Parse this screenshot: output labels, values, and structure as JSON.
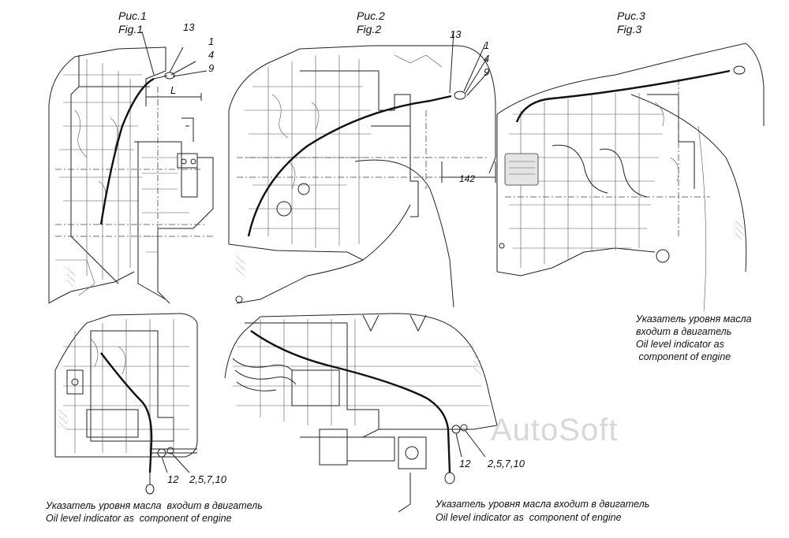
{
  "figures": [
    {
      "title_ru": "Рис.1",
      "title_en": "Fig.1",
      "part_labels": [
        "13",
        "1",
        "4",
        "9"
      ],
      "dimension": "L"
    },
    {
      "title_ru": "Рис.2",
      "title_en": "Fig.2",
      "part_labels": [
        "13",
        "1",
        "4",
        "9"
      ],
      "dimension": "142"
    },
    {
      "title_ru": "Рис.3",
      "title_en": "Fig.3"
    }
  ],
  "details": [
    {
      "labels": [
        "12",
        "2,5,7,10"
      ],
      "note_ru": "Указатель уровня масла  входит в двигатель",
      "note_en": "Oil level indicator as  component of engine"
    },
    {
      "labels": [
        "12",
        "2,5,7,10"
      ],
      "note_ru": "Указатель уровня масла входит в двигатель",
      "note_en": "Oil level indicator as  component of engine"
    }
  ],
  "fig3_note": {
    "lines": [
      "Указатель уровня масла",
      "входит в двигатель",
      "Oil level indicator as",
      " component of engine"
    ]
  },
  "watermark": "AutoSoft"
}
